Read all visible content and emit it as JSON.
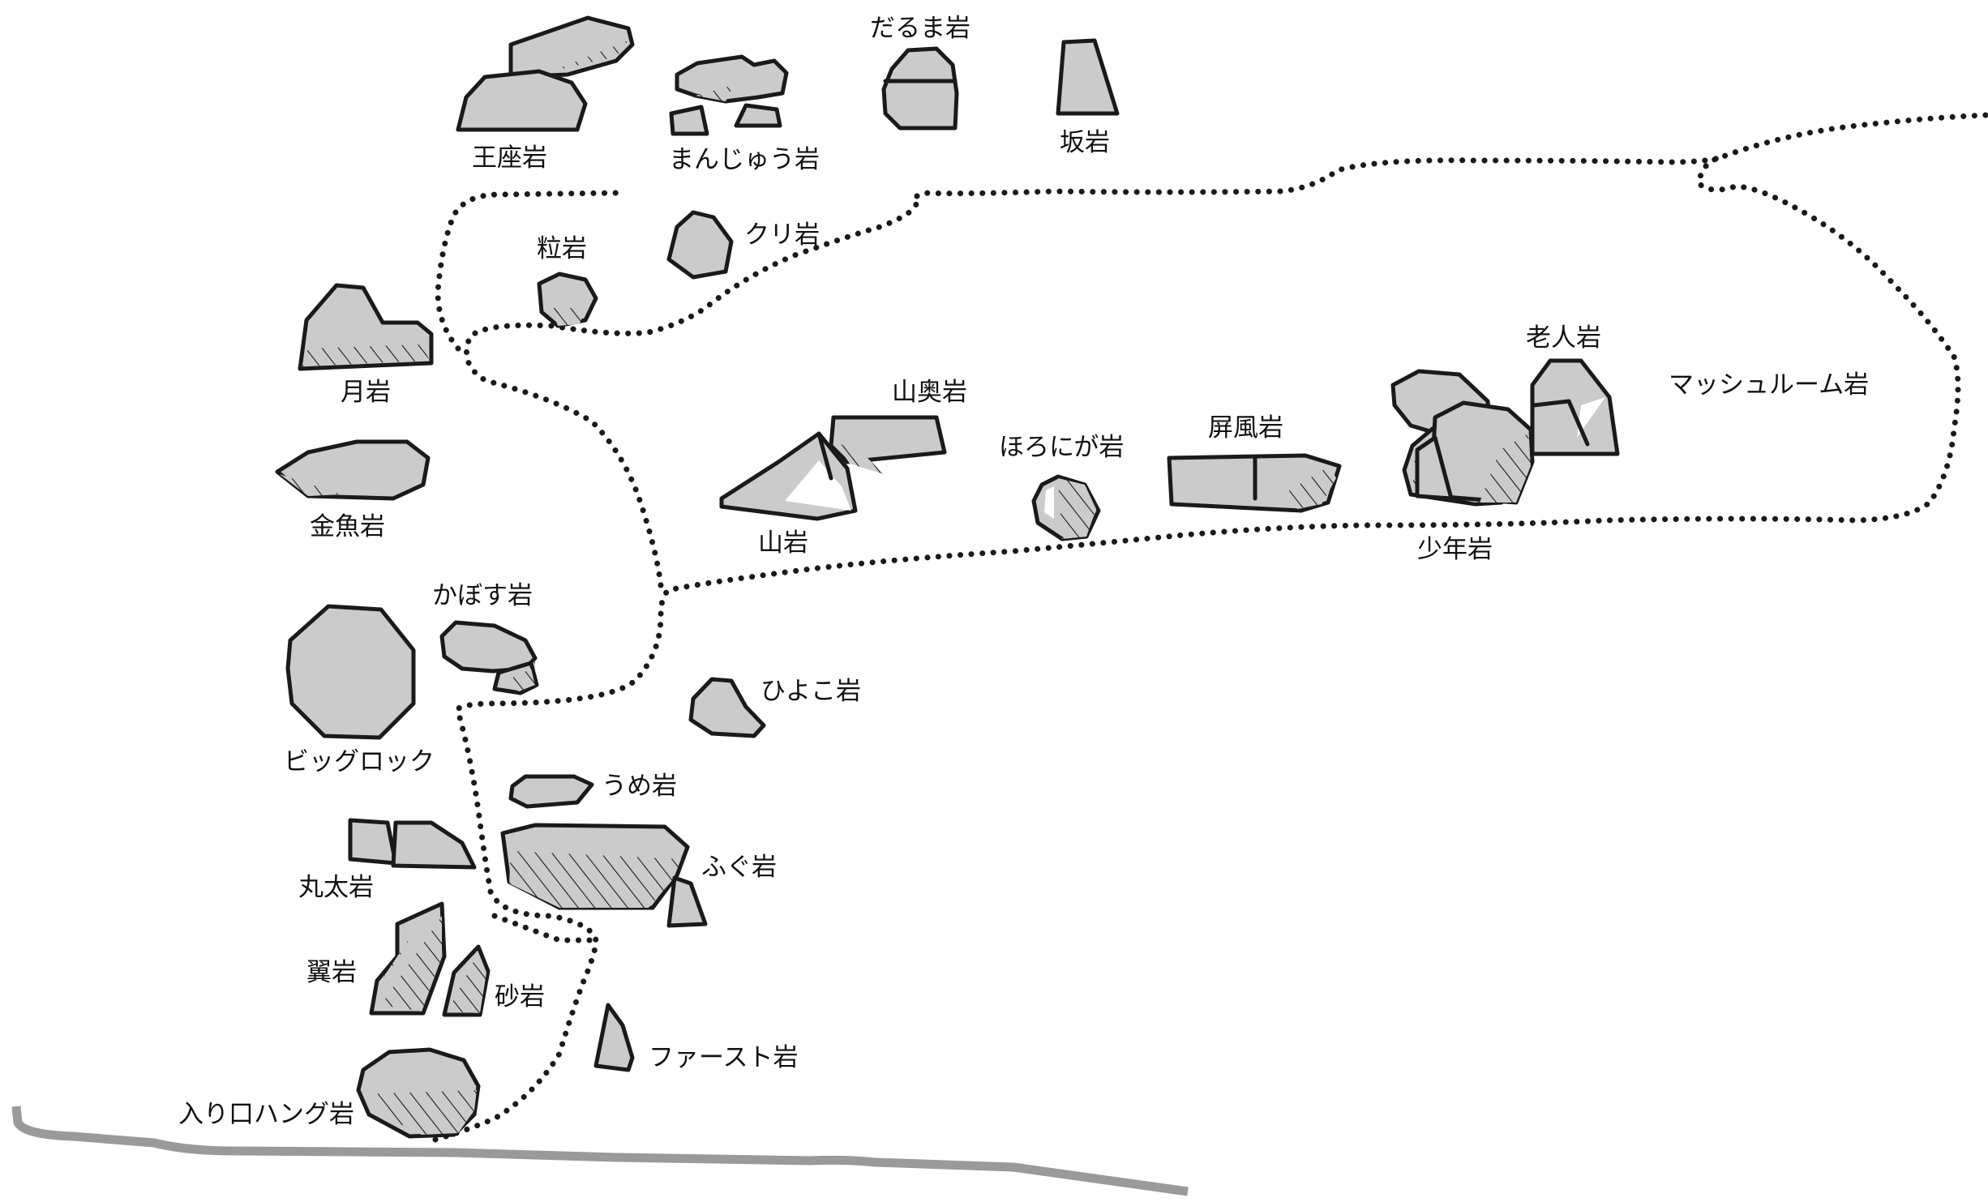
{
  "map": {
    "labels": {
      "ouza": "王座岩",
      "manju": "まんじゅう岩",
      "daruma": "だるま岩",
      "saka": "坂岩",
      "tsubu": "粒岩",
      "kuri": "クリ岩",
      "tsuki": "月岩",
      "kingyo": "金魚岩",
      "yamaoku": "山奥岩",
      "horoniga": "ほろにが岩",
      "byoubu": "屏風岩",
      "roujin": "老人岩",
      "mushroom": "マッシュルーム岩",
      "yama": "山岩",
      "shounen": "少年岩",
      "kabosu": "かぼす岩",
      "bigrock": "ビッグロック",
      "hiyoko": "ひよこ岩",
      "ume": "うめ岩",
      "fugu": "ふぐ岩",
      "maruta": "丸太岩",
      "tsubasa": "翼岩",
      "suna": "砂岩",
      "first": "ファースト岩",
      "iriguchi": "入り口ハング岩"
    },
    "colors": {
      "rock_fill": "#cbcbcb",
      "outline": "#1a1a1a",
      "trail": "#1a1a1a",
      "road": "#9a9a9a",
      "background": "#ffffff"
    }
  }
}
